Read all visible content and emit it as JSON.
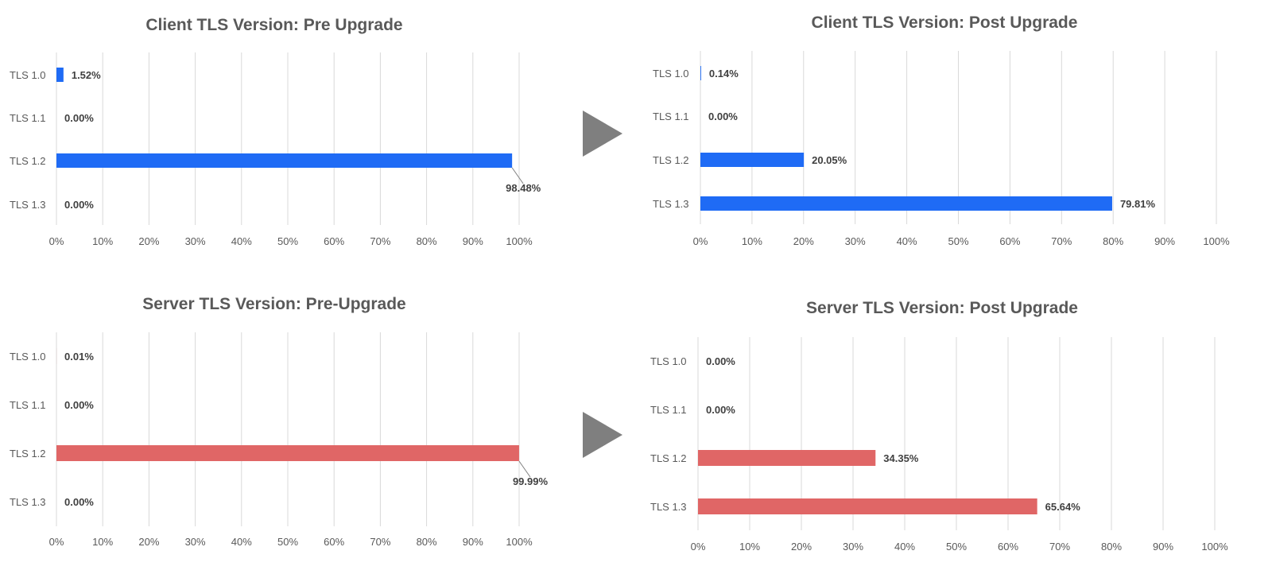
{
  "colors": {
    "client": "#1f6bf5",
    "server": "#e06666",
    "arrow": "#7f7f7f",
    "grid": "#d9d9d9"
  },
  "chart_data": [
    {
      "type": "bar",
      "orientation": "horizontal",
      "title": "Client TLS Version: Pre Upgrade",
      "categories": [
        "TLS 1.0",
        "TLS 1.1",
        "TLS 1.2",
        "TLS 1.3"
      ],
      "values": [
        1.52,
        0.0,
        98.48,
        0.0
      ],
      "data_labels": [
        "1.52%",
        "0.00%",
        "98.48%",
        "0.00%"
      ],
      "xlim": [
        0,
        100
      ],
      "x_ticks": [
        "0%",
        "10%",
        "20%",
        "30%",
        "40%",
        "50%",
        "60%",
        "70%",
        "80%",
        "90%",
        "100%"
      ],
      "grid": true,
      "color": "#1f6bf5"
    },
    {
      "type": "bar",
      "orientation": "horizontal",
      "title": "Client TLS Version: Post Upgrade",
      "categories": [
        "TLS 1.0",
        "TLS 1.1",
        "TLS 1.2",
        "TLS 1.3"
      ],
      "values": [
        0.14,
        0.0,
        20.05,
        79.81
      ],
      "data_labels": [
        "0.14%",
        "0.00%",
        "20.05%",
        "79.81%"
      ],
      "xlim": [
        0,
        100
      ],
      "x_ticks": [
        "0%",
        "10%",
        "20%",
        "30%",
        "40%",
        "50%",
        "60%",
        "70%",
        "80%",
        "90%",
        "100%"
      ],
      "grid": true,
      "color": "#1f6bf5"
    },
    {
      "type": "bar",
      "orientation": "horizontal",
      "title": "Server TLS Version: Pre-Upgrade",
      "categories": [
        "TLS 1.0",
        "TLS 1.1",
        "TLS 1.2",
        "TLS 1.3"
      ],
      "values": [
        0.01,
        0.0,
        99.99,
        0.0
      ],
      "data_labels": [
        "0.01%",
        "0.00%",
        "99.99%",
        "0.00%"
      ],
      "xlim": [
        0,
        100
      ],
      "x_ticks": [
        "0%",
        "10%",
        "20%",
        "30%",
        "40%",
        "50%",
        "60%",
        "70%",
        "80%",
        "90%",
        "100%"
      ],
      "grid": true,
      "color": "#e06666"
    },
    {
      "type": "bar",
      "orientation": "horizontal",
      "title": "Server TLS Version: Post Upgrade",
      "categories": [
        "TLS 1.0",
        "TLS 1.1",
        "TLS 1.2",
        "TLS 1.3"
      ],
      "values": [
        0.0,
        0.0,
        34.35,
        65.64
      ],
      "data_labels": [
        "0.00%",
        "0.00%",
        "34.35%",
        "65.64%"
      ],
      "xlim": [
        0,
        100
      ],
      "x_ticks": [
        "0%",
        "10%",
        "20%",
        "30%",
        "40%",
        "50%",
        "60%",
        "70%",
        "80%",
        "90%",
        "100%"
      ],
      "grid": true,
      "color": "#e06666"
    }
  ],
  "arrows": [
    {
      "icon": "play-triangle-icon"
    },
    {
      "icon": "play-triangle-icon"
    }
  ]
}
